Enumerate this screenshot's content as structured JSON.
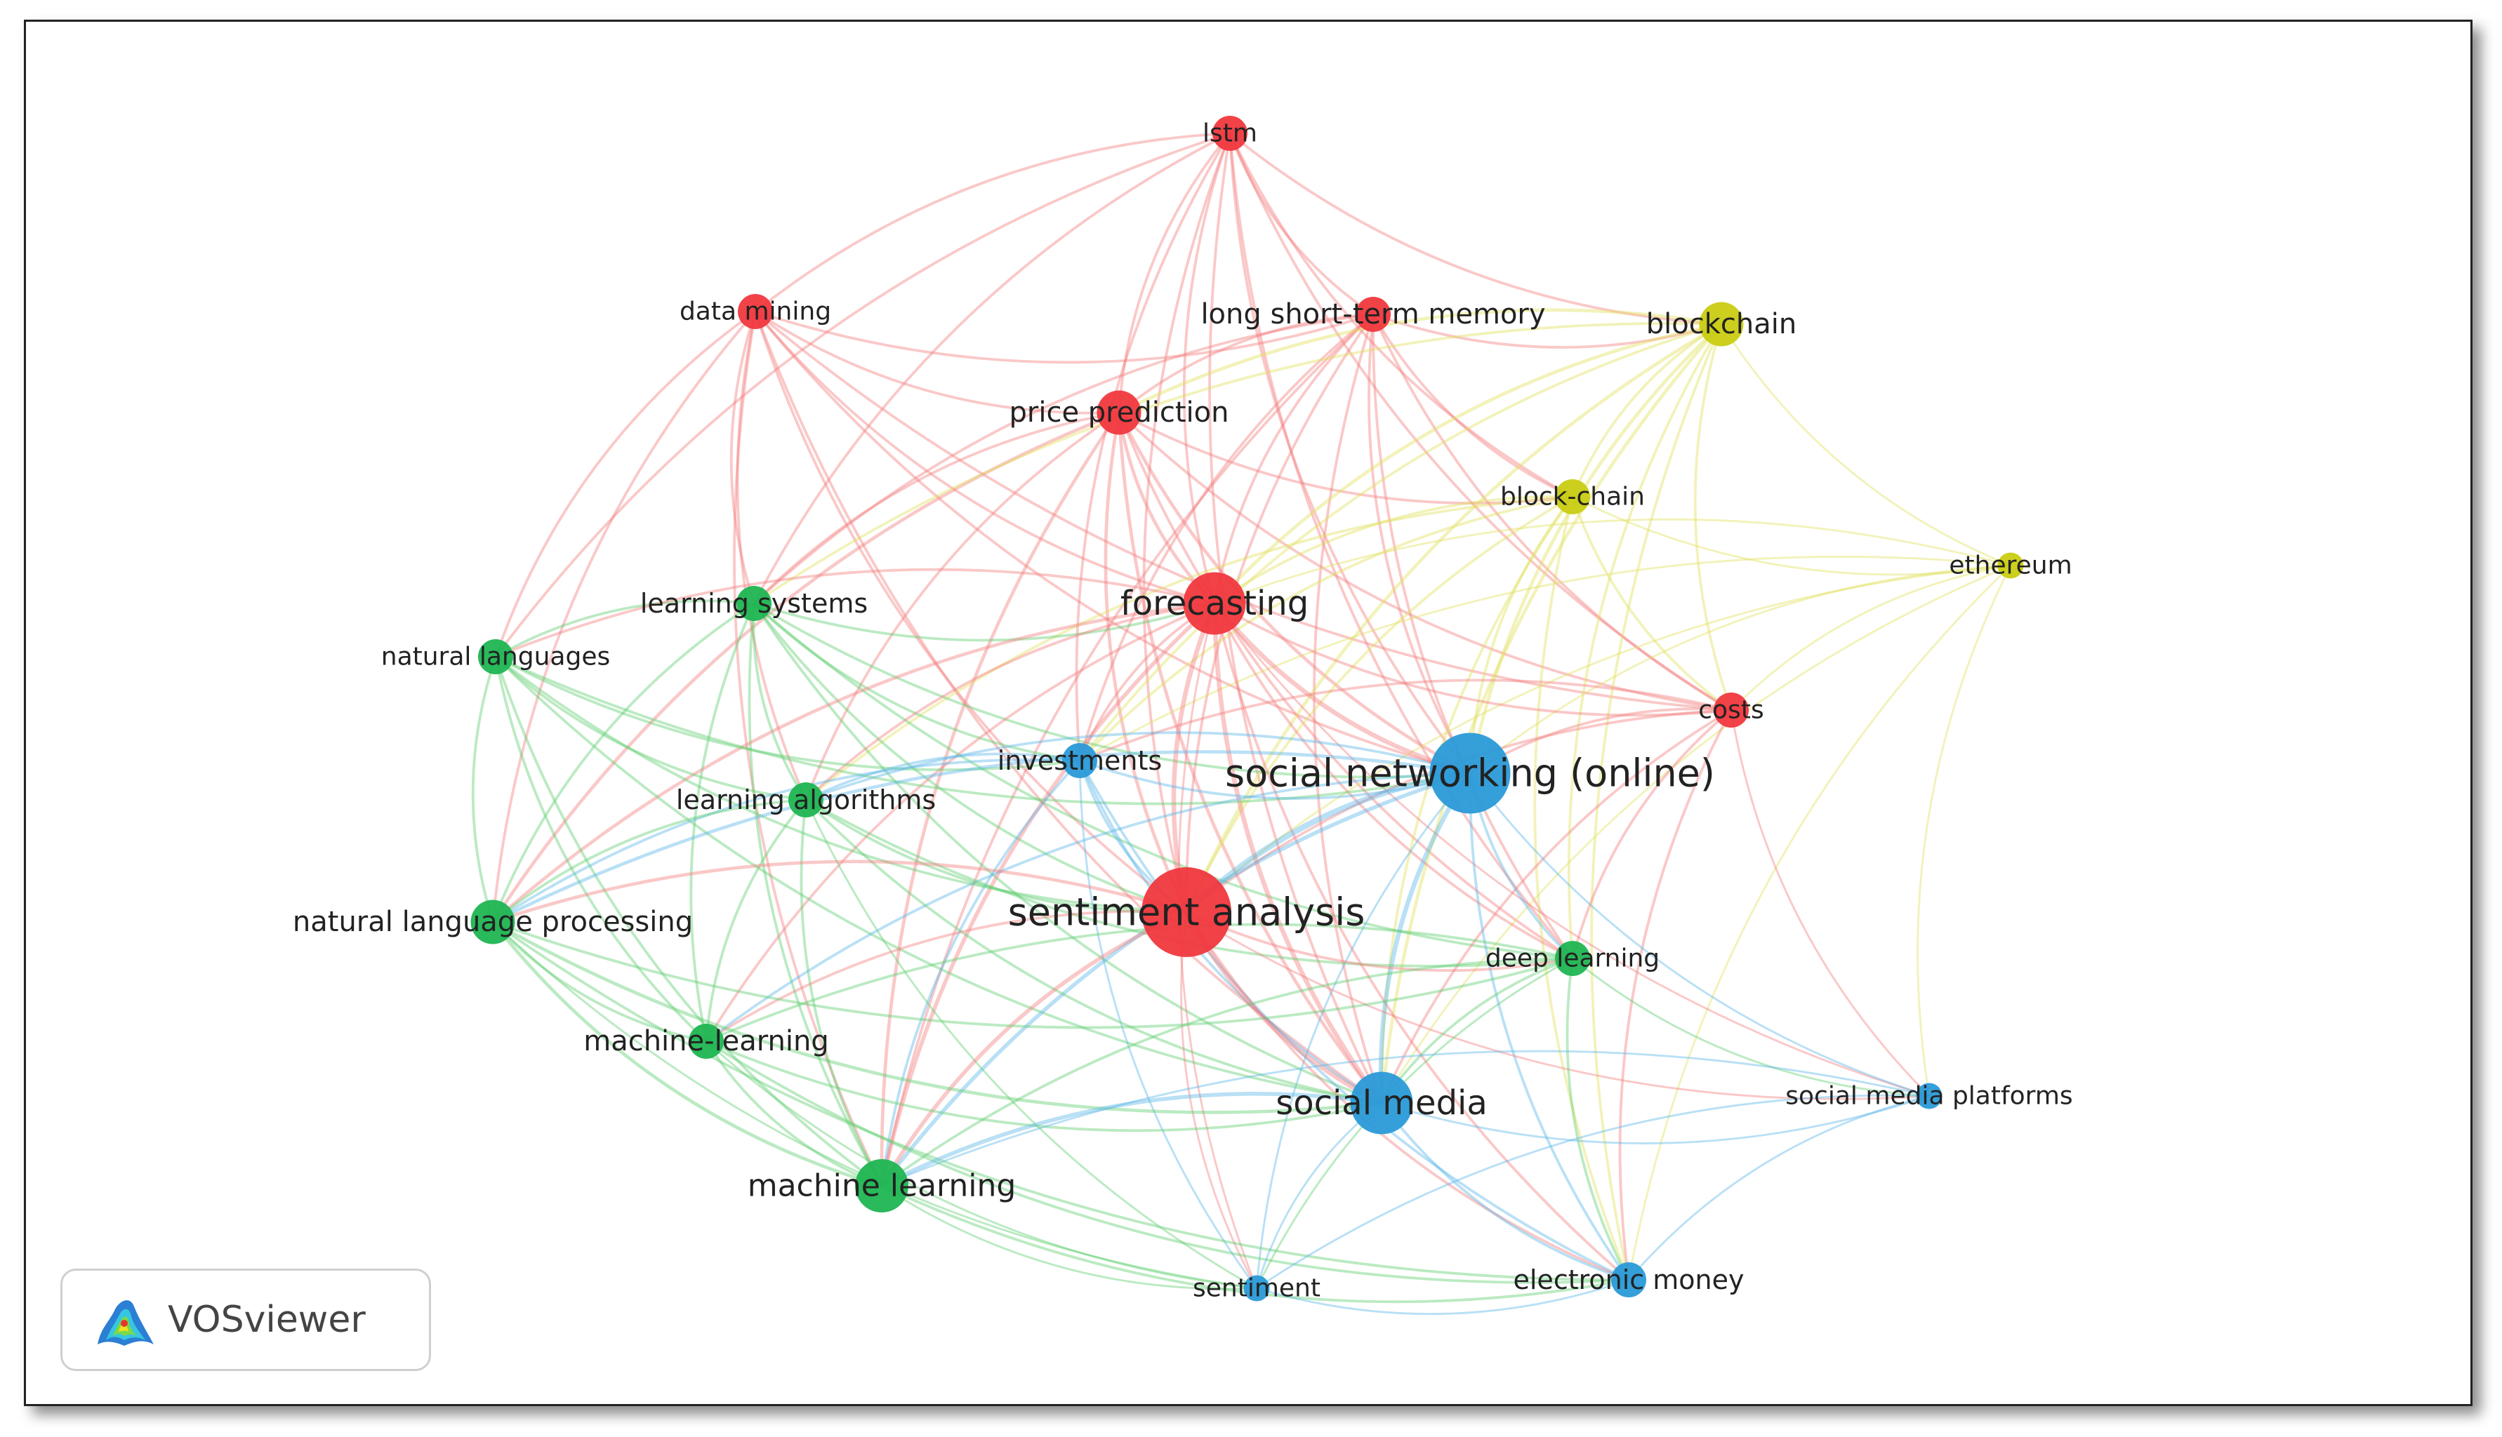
{
  "software_logo": {
    "text": "VOSviewer",
    "icon": "vosviewer-logo-icon"
  },
  "cluster_colors": {
    "red": "#f0383e",
    "green": "#1fb552",
    "blue": "#2a9ad8",
    "yellow": "#c9cc12"
  },
  "link_colors": {
    "red": "#f27d7d",
    "green": "#5ccd6e",
    "blue": "#59b4e8",
    "yellow": "#e0e05a"
  },
  "nodes": [
    {
      "id": "lstm",
      "label": "lstm",
      "cluster": "red",
      "weight": 2
    },
    {
      "id": "data-mining",
      "label": "data mining",
      "cluster": "red",
      "weight": 2
    },
    {
      "id": "lstm-memory",
      "label": "long short-term memory",
      "cluster": "red",
      "weight": 2
    },
    {
      "id": "blockchain",
      "label": "blockchain",
      "cluster": "yellow",
      "weight": 3
    },
    {
      "id": "price-prediction",
      "label": "price prediction",
      "cluster": "red",
      "weight": 3
    },
    {
      "id": "block-chain",
      "label": "block-chain",
      "cluster": "yellow",
      "weight": 2
    },
    {
      "id": "ethereum",
      "label": "ethereum",
      "cluster": "yellow",
      "weight": 1
    },
    {
      "id": "learning-systems",
      "label": "learning systems",
      "cluster": "green",
      "weight": 2
    },
    {
      "id": "forecasting",
      "label": "forecasting",
      "cluster": "red",
      "weight": 5
    },
    {
      "id": "natural-languages",
      "label": "natural languages",
      "cluster": "green",
      "weight": 2
    },
    {
      "id": "costs",
      "label": "costs",
      "cluster": "red",
      "weight": 2
    },
    {
      "id": "investments",
      "label": "investments",
      "cluster": "blue",
      "weight": 2
    },
    {
      "id": "social-networking",
      "label": "social networking (online)",
      "cluster": "blue",
      "weight": 7
    },
    {
      "id": "learning-algorithms",
      "label": "learning algorithms",
      "cluster": "green",
      "weight": 2
    },
    {
      "id": "sentiment-analysis",
      "label": "sentiment analysis",
      "cluster": "red",
      "weight": 8
    },
    {
      "id": "nlp",
      "label": "natural language processing",
      "cluster": "green",
      "weight": 3
    },
    {
      "id": "deep-learning",
      "label": "deep learning",
      "cluster": "green",
      "weight": 2
    },
    {
      "id": "machine-learning-hyph",
      "label": "machine-learning",
      "cluster": "green",
      "weight": 2
    },
    {
      "id": "social-media",
      "label": "social media",
      "cluster": "blue",
      "weight": 5
    },
    {
      "id": "social-media-platforms",
      "label": "social media platforms",
      "cluster": "blue",
      "weight": 1
    },
    {
      "id": "machine-learning",
      "label": "machine learning",
      "cluster": "green",
      "weight": 4
    },
    {
      "id": "sentiment",
      "label": "sentiment",
      "cluster": "blue",
      "weight": 1
    },
    {
      "id": "electronic-money",
      "label": "electronic money",
      "cluster": "blue",
      "weight": 2
    }
  ],
  "links": [
    [
      "lstm",
      "data-mining"
    ],
    [
      "lstm",
      "lstm-memory"
    ],
    [
      "lstm",
      "price-prediction"
    ],
    [
      "lstm",
      "forecasting"
    ],
    [
      "lstm",
      "sentiment-analysis"
    ],
    [
      "lstm",
      "social-networking"
    ],
    [
      "lstm",
      "costs"
    ],
    [
      "lstm",
      "blockchain"
    ],
    [
      "lstm",
      "learning-systems"
    ],
    [
      "lstm",
      "natural-languages"
    ],
    [
      "lstm",
      "social-media"
    ],
    [
      "lstm",
      "deep-learning"
    ],
    [
      "lstm",
      "block-chain"
    ],
    [
      "lstm",
      "investments"
    ],
    [
      "data-mining",
      "price-prediction"
    ],
    [
      "data-mining",
      "forecasting"
    ],
    [
      "data-mining",
      "sentiment-analysis"
    ],
    [
      "data-mining",
      "social-networking"
    ],
    [
      "data-mining",
      "learning-systems"
    ],
    [
      "data-mining",
      "natural-languages"
    ],
    [
      "data-mining",
      "learning-algorithms"
    ],
    [
      "data-mining",
      "nlp"
    ],
    [
      "data-mining",
      "machine-learning"
    ],
    [
      "data-mining",
      "social-media"
    ],
    [
      "data-mining",
      "costs"
    ],
    [
      "data-mining",
      "lstm-memory"
    ],
    [
      "lstm-memory",
      "price-prediction"
    ],
    [
      "lstm-memory",
      "forecasting"
    ],
    [
      "lstm-memory",
      "sentiment-analysis"
    ],
    [
      "lstm-memory",
      "social-networking"
    ],
    [
      "lstm-memory",
      "costs"
    ],
    [
      "lstm-memory",
      "block-chain"
    ],
    [
      "lstm-memory",
      "social-media"
    ],
    [
      "lstm-memory",
      "deep-learning"
    ],
    [
      "lstm-memory",
      "blockchain"
    ],
    [
      "lstm-memory",
      "learning-systems"
    ],
    [
      "lstm-memory",
      "investments"
    ],
    [
      "lstm-memory",
      "machine-learning"
    ],
    [
      "price-prediction",
      "forecasting"
    ],
    [
      "price-prediction",
      "sentiment-analysis"
    ],
    [
      "price-prediction",
      "social-networking"
    ],
    [
      "price-prediction",
      "learning-systems"
    ],
    [
      "price-prediction",
      "machine-learning"
    ],
    [
      "price-prediction",
      "social-media"
    ],
    [
      "price-prediction",
      "costs"
    ],
    [
      "price-prediction",
      "block-chain"
    ],
    [
      "price-prediction",
      "learning-algorithms"
    ],
    [
      "price-prediction",
      "deep-learning"
    ],
    [
      "price-prediction",
      "nlp"
    ],
    [
      "blockchain",
      "block-chain"
    ],
    [
      "blockchain",
      "ethereum"
    ],
    [
      "blockchain",
      "social-networking"
    ],
    [
      "blockchain",
      "costs"
    ],
    [
      "blockchain",
      "forecasting"
    ],
    [
      "blockchain",
      "sentiment-analysis"
    ],
    [
      "blockchain",
      "social-media"
    ],
    [
      "blockchain",
      "investments"
    ],
    [
      "blockchain",
      "electronic-money"
    ],
    [
      "blockchain",
      "deep-learning"
    ],
    [
      "blockchain",
      "learning-systems"
    ],
    [
      "blockchain",
      "price-prediction"
    ],
    [
      "block-chain",
      "ethereum"
    ],
    [
      "block-chain",
      "social-networking"
    ],
    [
      "block-chain",
      "forecasting"
    ],
    [
      "block-chain",
      "sentiment-analysis"
    ],
    [
      "block-chain",
      "social-media"
    ],
    [
      "block-chain",
      "costs"
    ],
    [
      "block-chain",
      "investments"
    ],
    [
      "block-chain",
      "learning-algorithms"
    ],
    [
      "block-chain",
      "electronic-money"
    ],
    [
      "ethereum",
      "social-networking"
    ],
    [
      "ethereum",
      "costs"
    ],
    [
      "ethereum",
      "forecasting"
    ],
    [
      "ethereum",
      "sentiment-analysis"
    ],
    [
      "ethereum",
      "social-media"
    ],
    [
      "ethereum",
      "electronic-money"
    ],
    [
      "ethereum",
      "social-media-platforms"
    ],
    [
      "ethereum",
      "investments"
    ],
    [
      "learning-systems",
      "forecasting"
    ],
    [
      "learning-systems",
      "natural-languages"
    ],
    [
      "learning-systems",
      "learning-algorithms"
    ],
    [
      "learning-systems",
      "nlp"
    ],
    [
      "learning-systems",
      "machine-learning-hyph"
    ],
    [
      "learning-systems",
      "machine-learning"
    ],
    [
      "learning-systems",
      "sentiment-analysis"
    ],
    [
      "learning-systems",
      "social-networking"
    ],
    [
      "learning-systems",
      "social-media"
    ],
    [
      "learning-systems",
      "deep-learning"
    ],
    [
      "learning-systems",
      "investments"
    ],
    [
      "forecasting",
      "investments"
    ],
    [
      "forecasting",
      "social-networking"
    ],
    [
      "forecasting",
      "sentiment-analysis"
    ],
    [
      "forecasting",
      "costs"
    ],
    [
      "forecasting",
      "social-media"
    ],
    [
      "forecasting",
      "machine-learning"
    ],
    [
      "forecasting",
      "learning-algorithms"
    ],
    [
      "forecasting",
      "deep-learning"
    ],
    [
      "forecasting",
      "nlp"
    ],
    [
      "forecasting",
      "natural-languages"
    ],
    [
      "forecasting",
      "machine-learning-hyph"
    ],
    [
      "forecasting",
      "electronic-money"
    ],
    [
      "forecasting",
      "sentiment"
    ],
    [
      "forecasting",
      "social-media-platforms"
    ],
    [
      "natural-languages",
      "learning-algorithms"
    ],
    [
      "natural-languages",
      "nlp"
    ],
    [
      "natural-languages",
      "machine-learning-hyph"
    ],
    [
      "natural-languages",
      "machine-learning"
    ],
    [
      "natural-languages",
      "sentiment-analysis"
    ],
    [
      "natural-languages",
      "social-networking"
    ],
    [
      "natural-languages",
      "social-media"
    ],
    [
      "natural-languages",
      "investments"
    ],
    [
      "costs",
      "social-networking"
    ],
    [
      "costs",
      "sentiment-analysis"
    ],
    [
      "costs",
      "social-media"
    ],
    [
      "costs",
      "electronic-money"
    ],
    [
      "costs",
      "deep-learning"
    ],
    [
      "costs",
      "investments"
    ],
    [
      "costs",
      "social-media-platforms"
    ],
    [
      "investments",
      "social-networking"
    ],
    [
      "investments",
      "sentiment-analysis"
    ],
    [
      "investments",
      "social-media"
    ],
    [
      "investments",
      "learning-algorithms"
    ],
    [
      "investments",
      "machine-learning"
    ],
    [
      "investments",
      "sentiment"
    ],
    [
      "investments",
      "electronic-money"
    ],
    [
      "investments",
      "nlp"
    ],
    [
      "social-networking",
      "sentiment-analysis"
    ],
    [
      "social-networking",
      "social-media"
    ],
    [
      "social-networking",
      "learning-algorithms"
    ],
    [
      "social-networking",
      "deep-learning"
    ],
    [
      "social-networking",
      "machine-learning"
    ],
    [
      "social-networking",
      "nlp"
    ],
    [
      "social-networking",
      "electronic-money"
    ],
    [
      "social-networking",
      "social-media-platforms"
    ],
    [
      "social-networking",
      "sentiment"
    ],
    [
      "social-networking",
      "machine-learning-hyph"
    ],
    [
      "learning-algorithms",
      "nlp"
    ],
    [
      "learning-algorithms",
      "machine-learning-hyph"
    ],
    [
      "learning-algorithms",
      "machine-learning"
    ],
    [
      "learning-algorithms",
      "sentiment-analysis"
    ],
    [
      "learning-algorithms",
      "social-media"
    ],
    [
      "learning-algorithms",
      "deep-learning"
    ],
    [
      "learning-algorithms",
      "sentiment"
    ],
    [
      "sentiment-analysis",
      "nlp"
    ],
    [
      "sentiment-analysis",
      "machine-learning-hyph"
    ],
    [
      "sentiment-analysis",
      "machine-learning"
    ],
    [
      "sentiment-analysis",
      "social-media"
    ],
    [
      "sentiment-analysis",
      "deep-learning"
    ],
    [
      "sentiment-analysis",
      "sentiment"
    ],
    [
      "sentiment-analysis",
      "electronic-money"
    ],
    [
      "sentiment-analysis",
      "social-media-platforms"
    ],
    [
      "nlp",
      "machine-learning-hyph"
    ],
    [
      "nlp",
      "machine-learning"
    ],
    [
      "nlp",
      "social-media"
    ],
    [
      "nlp",
      "deep-learning"
    ],
    [
      "nlp",
      "sentiment"
    ],
    [
      "nlp",
      "electronic-money"
    ],
    [
      "deep-learning",
      "social-media"
    ],
    [
      "deep-learning",
      "machine-learning"
    ],
    [
      "deep-learning",
      "electronic-money"
    ],
    [
      "deep-learning",
      "social-media-platforms"
    ],
    [
      "deep-learning",
      "machine-learning-hyph"
    ],
    [
      "deep-learning",
      "sentiment"
    ],
    [
      "machine-learning-hyph",
      "machine-learning"
    ],
    [
      "machine-learning-hyph",
      "social-media"
    ],
    [
      "machine-learning-hyph",
      "sentiment"
    ],
    [
      "machine-learning-hyph",
      "electronic-money"
    ],
    [
      "social-media",
      "machine-learning"
    ],
    [
      "social-media",
      "sentiment"
    ],
    [
      "social-media",
      "electronic-money"
    ],
    [
      "social-media",
      "social-media-platforms"
    ],
    [
      "social-media-platforms",
      "electronic-money"
    ],
    [
      "social-media-platforms",
      "sentiment"
    ],
    [
      "social-media-platforms",
      "machine-learning"
    ],
    [
      "machine-learning",
      "sentiment"
    ],
    [
      "machine-learning",
      "electronic-money"
    ],
    [
      "sentiment",
      "electronic-money"
    ]
  ]
}
